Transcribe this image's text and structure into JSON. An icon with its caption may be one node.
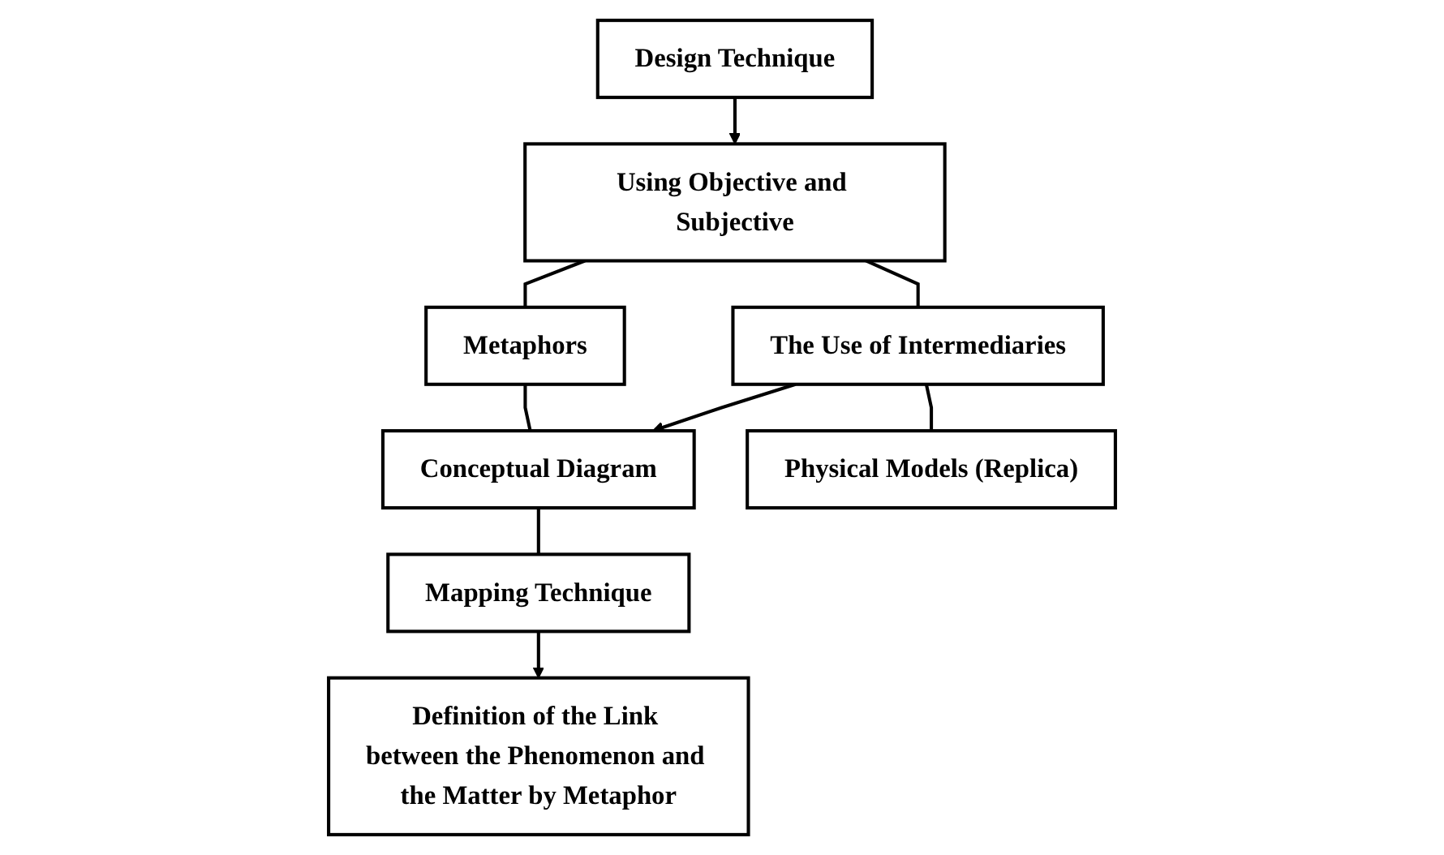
{
  "diagram": {
    "nodes": [
      {
        "text": [
          "Using Objective and Subjective"
        ]
      },
      {
        "text": [
          "Design Technique"
        ]
      },
      {
        "text": [
          "Metaphors"
        ]
      },
      {
        "text": [
          "Conceptual Diagram"
        ]
      },
      {
        "text": [
          "The Use of Intermediaries"
        ]
      },
      {
        "text": [
          "Mapping Technique"
        ]
      },
      {
        "text": [
          "Physical Models (Replica)"
        ]
      },
      {
        "text": [
          "Definition of the Link between the Phenomenon and the Matter by Metaphor"
        ]
      }
    ],
    "edges": [
      {
        "from": 1,
        "to": 0,
        "arrow": "to"
      },
      {
        "from": 0,
        "to": 2,
        "arrow": "none"
      },
      {
        "from": 2,
        "to": 3,
        "arrow": "none"
      },
      {
        "from": 0,
        "to": 4,
        "arrow": "none"
      },
      {
        "from": 4,
        "to": 3,
        "arrow": "to"
      },
      {
        "from": 3,
        "to": 5,
        "arrow": "none"
      },
      {
        "from": 4,
        "to": 6,
        "arrow": "none"
      },
      {
        "from": 5,
        "to": 7,
        "arrow": "to"
      }
    ]
  }
}
